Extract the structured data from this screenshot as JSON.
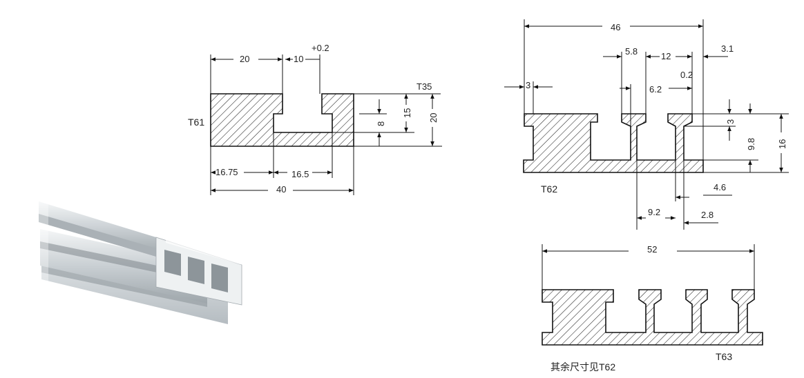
{
  "t61": {
    "label": "T61",
    "t35": "T35",
    "dim_top_20": "20",
    "dim_top_10": "10",
    "dim_tol": "+0.2",
    "dim_8": "8",
    "dim_15": "15",
    "dim_20_right": "20",
    "dim_16_75": "16.75",
    "dim_16_5": "16.5",
    "dim_40": "40"
  },
  "t62": {
    "label": "T62",
    "dim_46": "46",
    "dim_5_8": "5.8",
    "dim_12": "12",
    "dim_3_1": "3.1",
    "dim_0_2": "0.2",
    "dim_3_left": "3",
    "dim_6_2": "6.2",
    "dim_3_right": "3",
    "dim_9_8": "9.8",
    "dim_16": "16",
    "dim_4_6": "4.6",
    "dim_9_2": "9.2",
    "dim_2_8": "2.8"
  },
  "t63": {
    "label": "T63",
    "dim_52": "52",
    "note": "其余尺寸见T62"
  },
  "photo": {
    "description_icon": "aluminum-profile-photo"
  },
  "colors": {
    "line": "#111111",
    "hatch": "#222222",
    "background": "#ffffff"
  }
}
